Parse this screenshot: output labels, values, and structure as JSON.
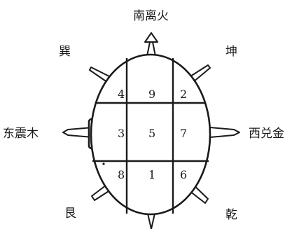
{
  "directions": {
    "south": "南离火",
    "east": "东震木",
    "west": "西兑金",
    "northwest_top": "巽",
    "northeast_top": "坤",
    "southwest_bottom": "艮",
    "southeast_bottom": "乾"
  },
  "grid": {
    "top": [
      "4",
      "9",
      "2"
    ],
    "middle": [
      "3",
      "5",
      "7"
    ],
    "bottom": [
      "8",
      "1",
      "6"
    ]
  }
}
